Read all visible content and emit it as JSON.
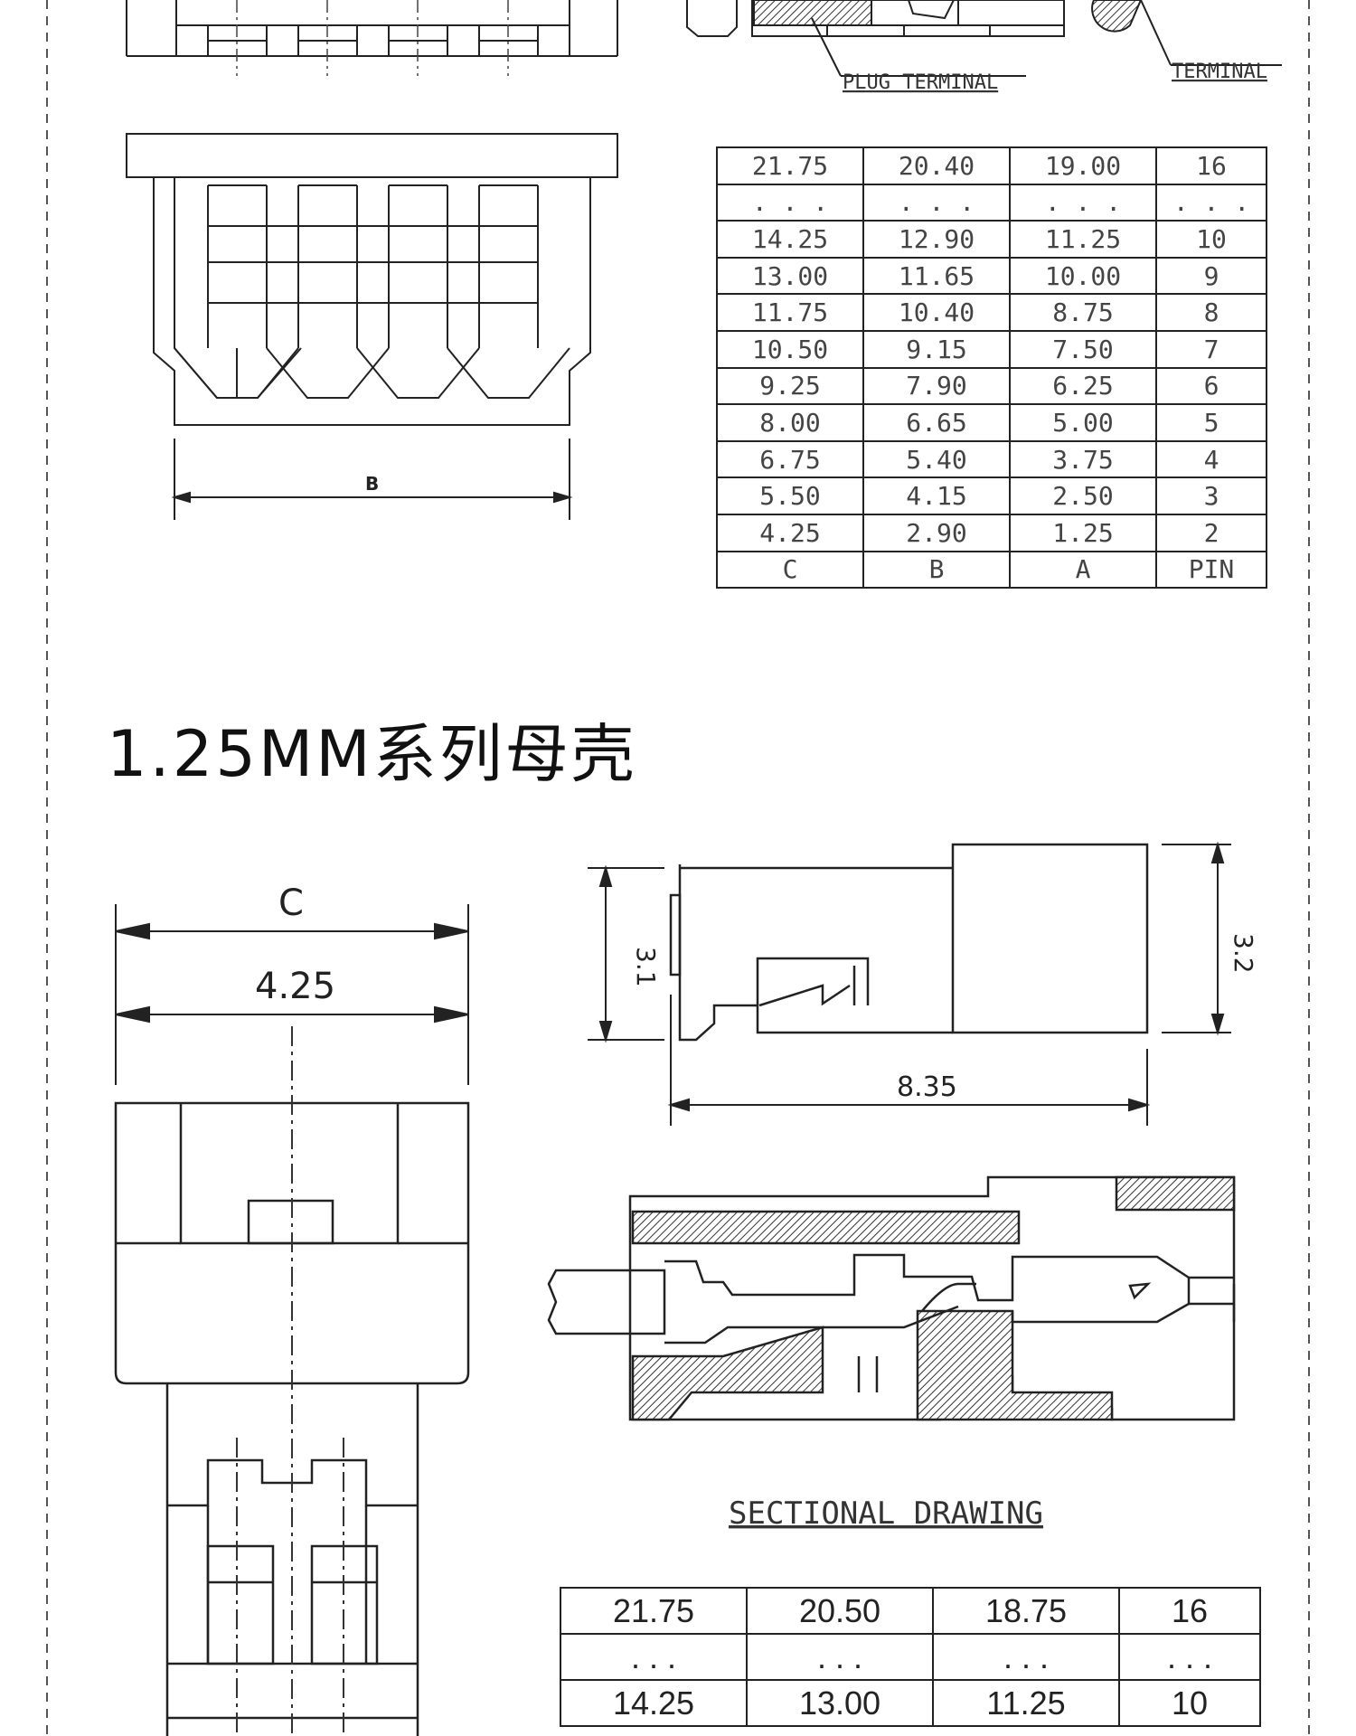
{
  "top_section": {
    "callouts": {
      "plug_terminal": "PLUG TERMINAL",
      "terminal": "TERMINAL"
    },
    "dimension_label_b": "B",
    "table": {
      "rows": [
        [
          "21.75",
          "20.40",
          "19.00",
          "16"
        ],
        [
          ". . .",
          ". . .",
          ". . .",
          ". . ."
        ],
        [
          "14.25",
          "12.90",
          "11.25",
          "10"
        ],
        [
          "13.00",
          "11.65",
          "10.00",
          "9"
        ],
        [
          "11.75",
          "10.40",
          "8.75",
          "8"
        ],
        [
          "10.50",
          "9.15",
          "7.50",
          "7"
        ],
        [
          "9.25",
          "7.90",
          "6.25",
          "6"
        ],
        [
          "8.00",
          "6.65",
          "5.00",
          "5"
        ],
        [
          "6.75",
          "5.40",
          "3.75",
          "4"
        ],
        [
          "5.50",
          "4.15",
          "2.50",
          "3"
        ],
        [
          "4.25",
          "2.90",
          "1.25",
          "2"
        ],
        [
          "C",
          "B",
          "A",
          "PIN"
        ]
      ]
    }
  },
  "series_title": "1.25MM系列母壳",
  "bottom_section": {
    "front_view": {
      "label_c": "C",
      "dim_width": "4.25"
    },
    "side_view": {
      "dim_height_left": "3.1",
      "dim_height_right": "3.2",
      "dim_length": "8.35"
    },
    "sectional_caption": "SECTIONAL DRAWING",
    "table": {
      "rows": [
        [
          "21.75",
          "20.50",
          "18.75",
          "16"
        ],
        [
          ". . .",
          ". . .",
          ". . .",
          ". . ."
        ],
        [
          "14.25",
          "13.00",
          "11.25",
          "10"
        ]
      ]
    }
  }
}
